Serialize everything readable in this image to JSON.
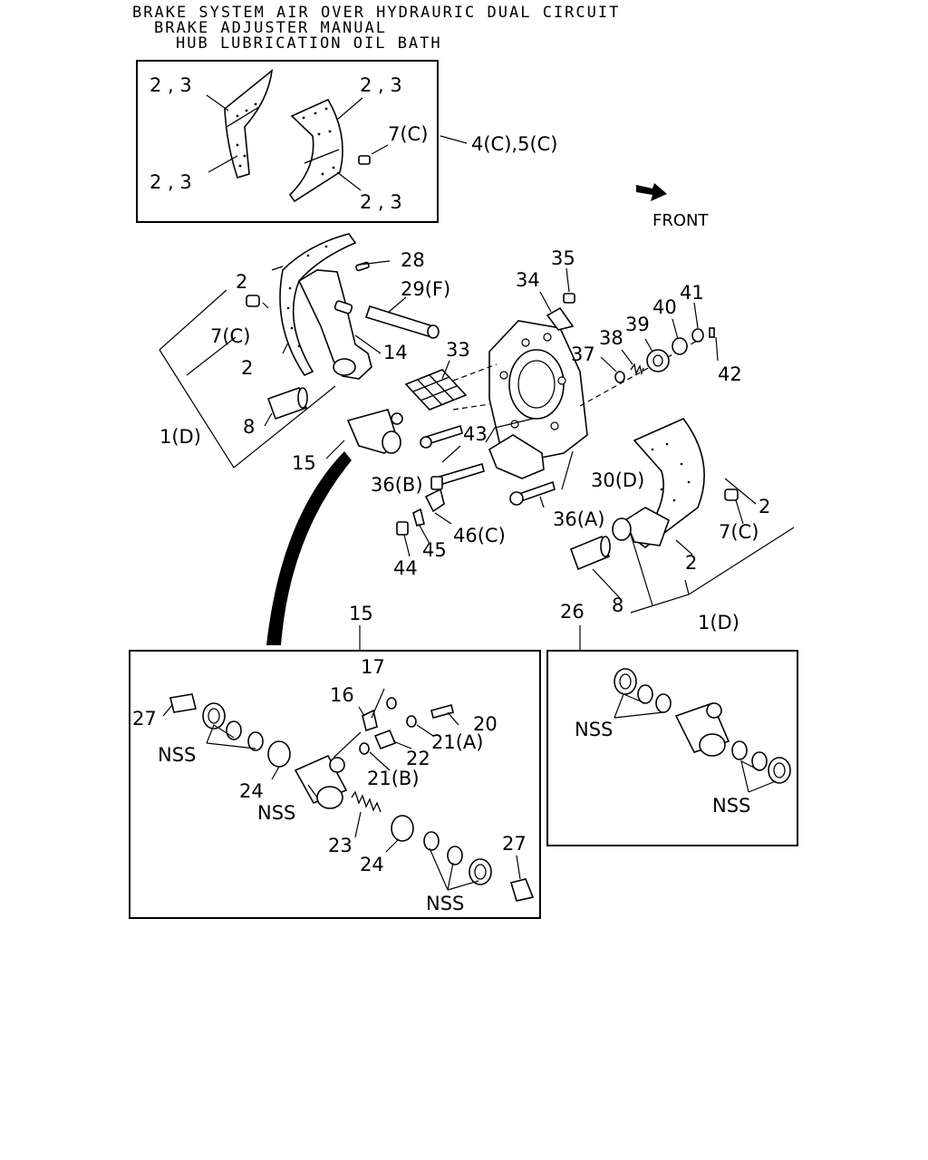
{
  "header": {
    "line1": "BRAKE SYSTEM AIR OVER HYDRAURIC DUAL CIRCUIT",
    "line2": "BRAKE ADJUSTER MANUAL",
    "line3": "HUB LUBRICATION OIL BATH"
  },
  "direction": {
    "label": "FRONT"
  },
  "callouts": {
    "c2_3_a": "2 , 3",
    "c2_3_b": "2 , 3",
    "c2_3_c": "2 , 3",
    "c2_3_d": "2 , 3",
    "c7c_top": "7(C)",
    "c4c5c": "4(C),5(C)",
    "c28": "28",
    "c29f": "29(F)",
    "c2_l1": "2",
    "c7c_l": "7(C)",
    "c2_l2": "2",
    "c14": "14",
    "c33": "33",
    "c8_l": "8",
    "c1d_l": "1(D)",
    "c15_l": "15",
    "c35": "35",
    "c34": "34",
    "c41": "41",
    "c40": "40",
    "c39": "39",
    "c38": "38",
    "c37": "37",
    "c42": "42",
    "c43": "43",
    "c36b": "36(B)",
    "c30d": "30(D)",
    "c36a": "36(A)",
    "c46c": "46(C)",
    "c45": "45",
    "c44": "44",
    "c2_r1": "2",
    "c7c_r": "7(C)",
    "c2_r2": "2",
    "c8_r": "8",
    "c1d_r": "1(D)",
    "c15_box": "15",
    "c26_box": "26",
    "c17": "17",
    "c16": "16",
    "c27_a": "27",
    "c20": "20",
    "c21a": "21(A)",
    "c22": "22",
    "c21b": "21(B)",
    "nss_a": "NSS",
    "c24_a": "24",
    "nss_b": "NSS",
    "c23": "23",
    "c24_b": "24",
    "c27_b": "27",
    "nss_c": "NSS",
    "nss_d": "NSS",
    "nss_e": "NSS"
  }
}
